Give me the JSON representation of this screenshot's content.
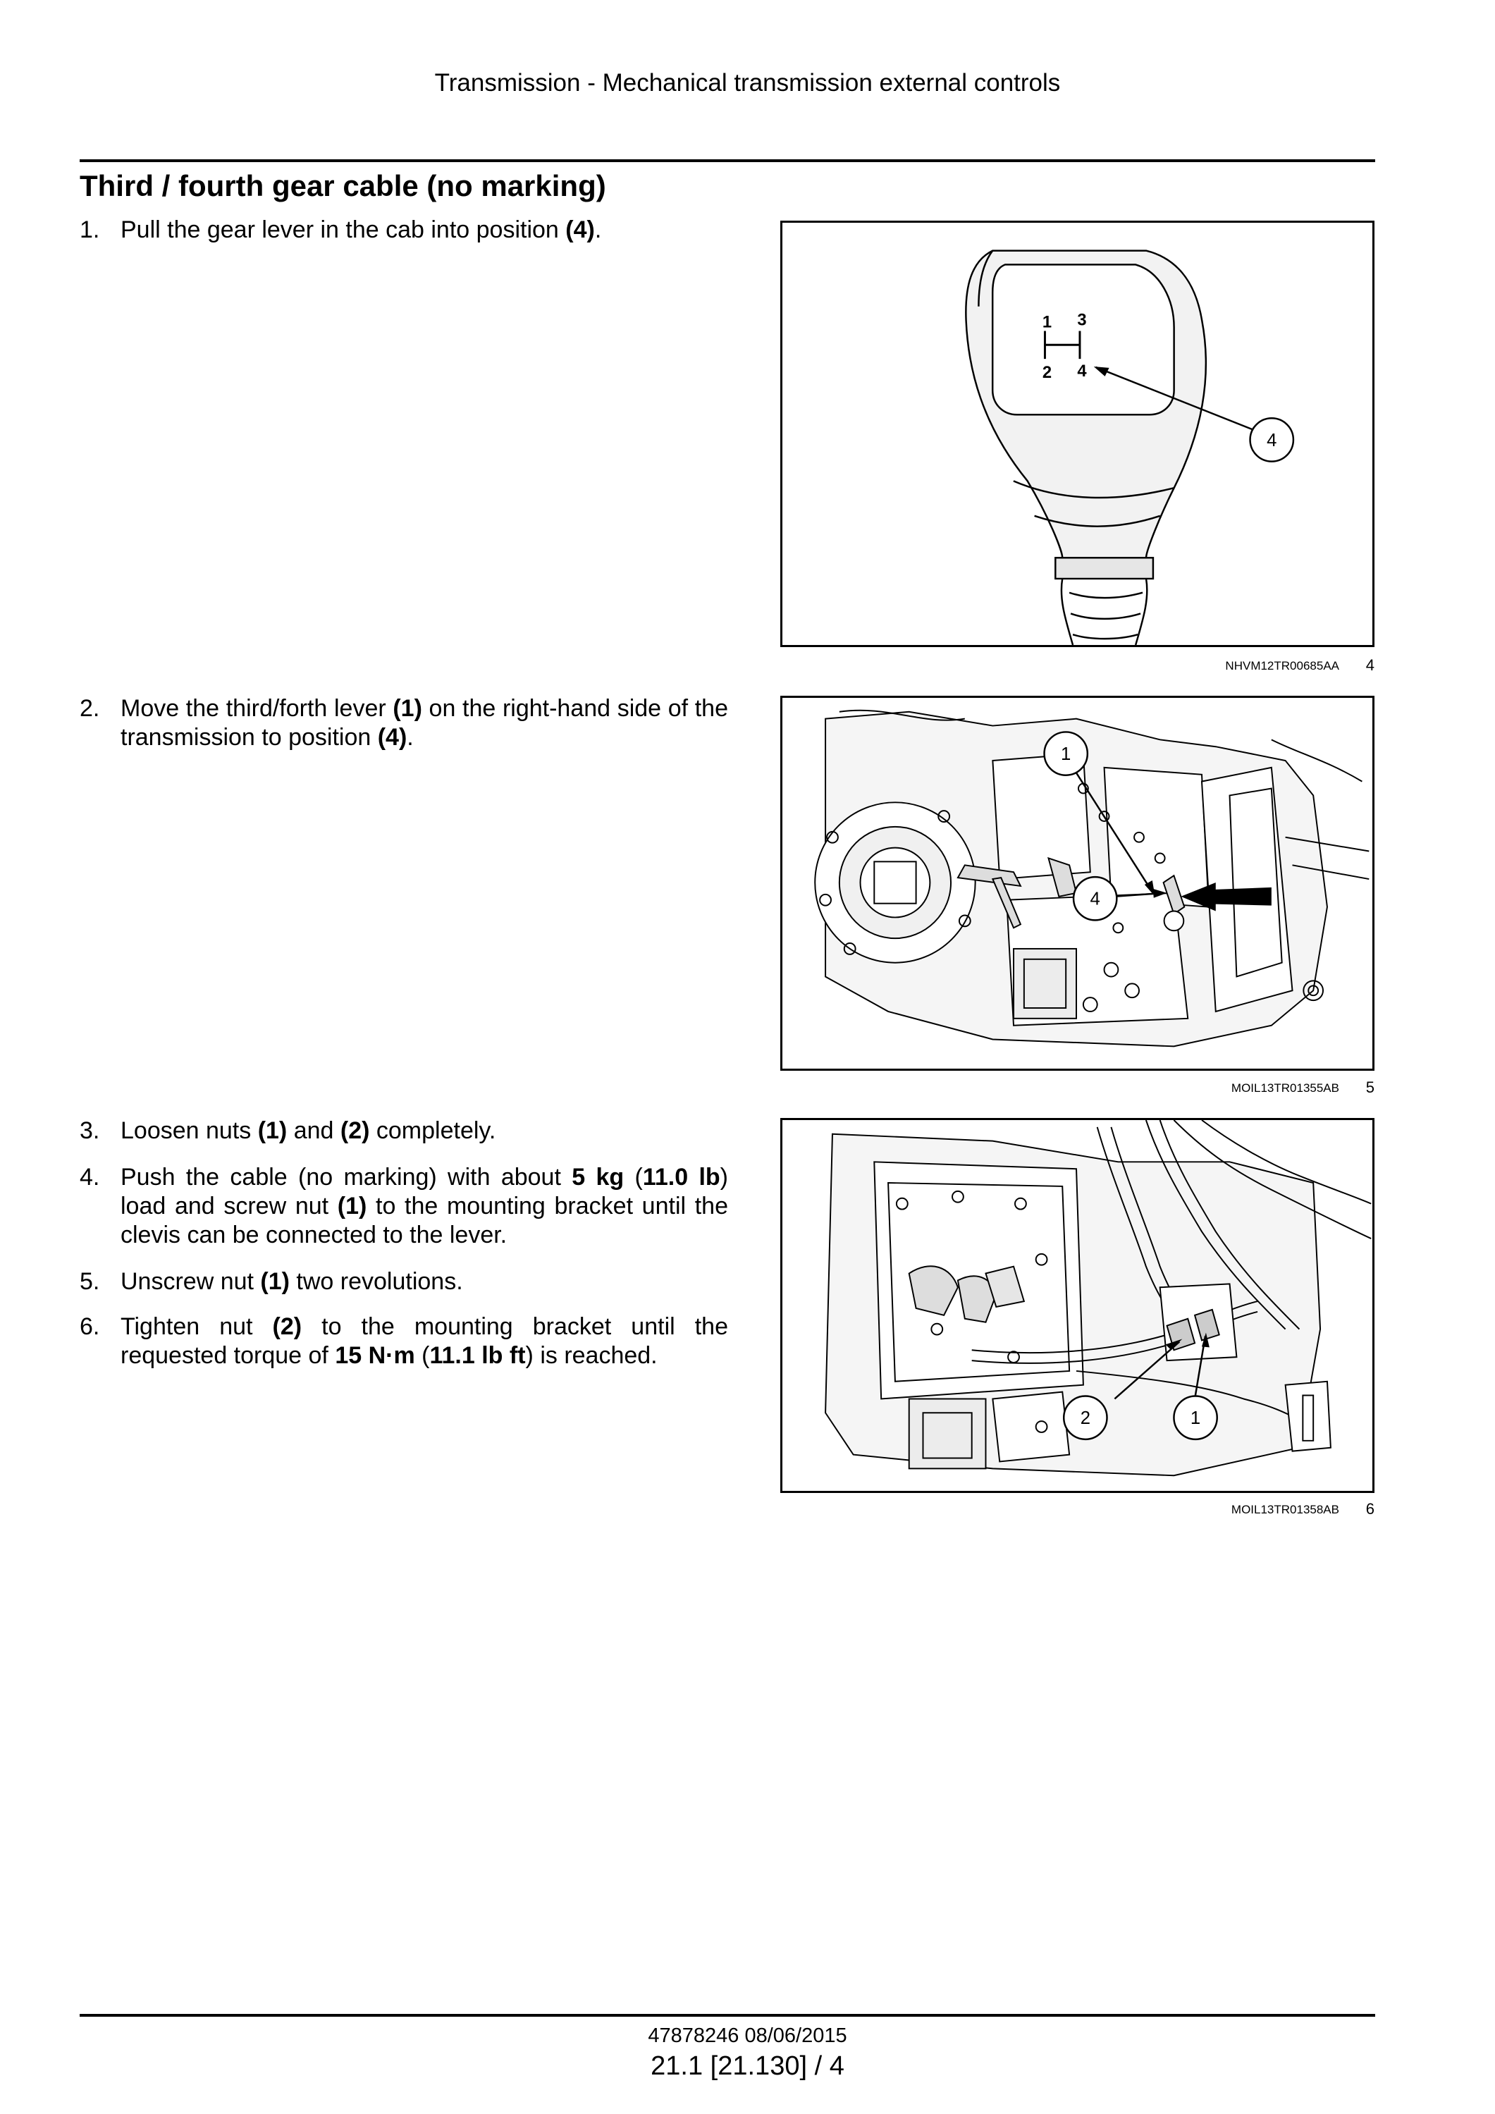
{
  "header": {
    "running_title": "Transmission - Mechanical transmission external controls"
  },
  "section": {
    "title": "Third / fourth gear cable (no marking)"
  },
  "steps": [
    {
      "num": "1.",
      "parts": [
        "Pull the gear lever in the cab into position ",
        "(4)",
        "."
      ]
    },
    {
      "num": "2.",
      "parts": [
        "Move the third/forth lever ",
        "(1)",
        " on the right-hand side of the transmission to position ",
        "(4)",
        "."
      ]
    },
    {
      "num": "3.",
      "parts": [
        "Loosen nuts ",
        "(1)",
        " and ",
        "(2)",
        " completely."
      ]
    },
    {
      "num": "4.",
      "parts": [
        "Push the cable (no marking) with about ",
        "5 kg",
        " (",
        "11.0 lb",
        ") load and screw nut ",
        "(1)",
        " to the mounting bracket until the clevis can be connected to the lever."
      ]
    },
    {
      "num": "5.",
      "parts": [
        "Unscrew nut ",
        "(1)",
        " two revolutions."
      ]
    },
    {
      "num": "6.",
      "parts": [
        "Tighten nut ",
        "(2)",
        " to the mounting bracket until the requested torque of ",
        "15 N·m",
        " (",
        "11.1 lb ft",
        ") is reached."
      ]
    }
  ],
  "figures": [
    {
      "code": "NHVM12TR00685AA",
      "number": "4",
      "callouts": [
        "4"
      ],
      "knob_labels": [
        "1",
        "3",
        "2",
        "4"
      ]
    },
    {
      "code": "MOIL13TR01355AB",
      "number": "5",
      "callouts": [
        "1",
        "4"
      ]
    },
    {
      "code": "MOIL13TR01358AB",
      "number": "6",
      "callouts": [
        "2",
        "1"
      ]
    }
  ],
  "footer": {
    "doc_id": "47878246 08/06/2015",
    "page_ref": "21.1 [21.130] / 4"
  }
}
